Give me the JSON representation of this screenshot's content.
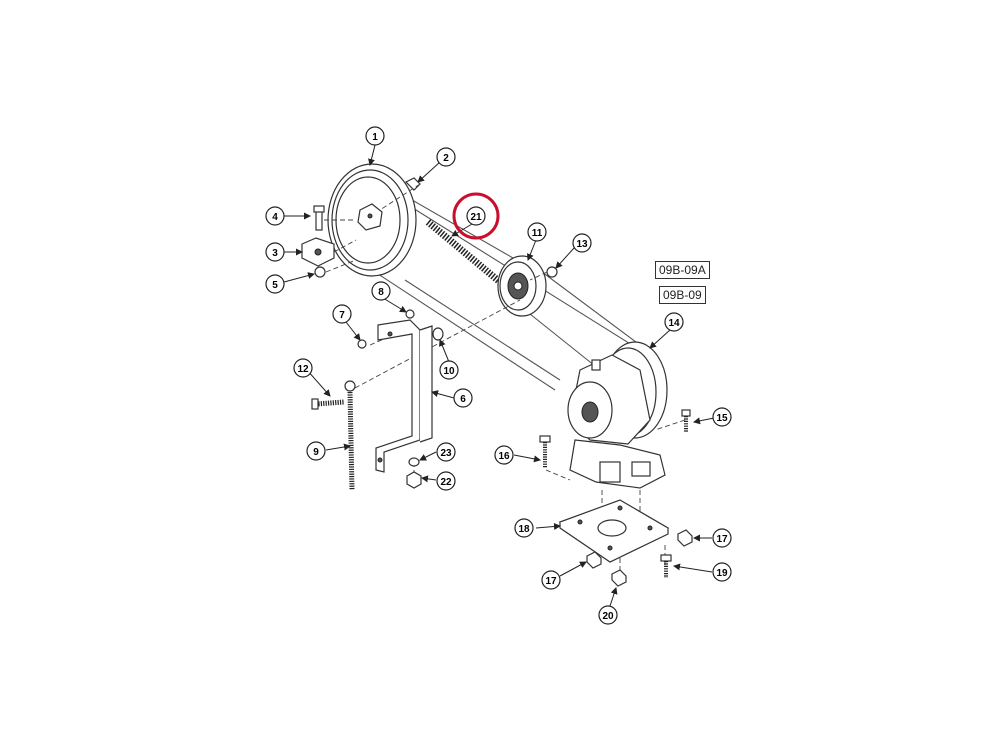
{
  "reference_codes": [
    "09B-09A",
    "09B-09"
  ],
  "callouts": {
    "c1": "1",
    "c2": "2",
    "c3": "3",
    "c4": "4",
    "c5": "5",
    "c6": "6",
    "c7": "7",
    "c8": "8",
    "c9": "9",
    "c10": "10",
    "c11": "11",
    "c12": "12",
    "c13": "13",
    "c14": "14",
    "c15": "15",
    "c16": "16",
    "c17a": "17",
    "c17b": "17",
    "c18": "18",
    "c19": "19",
    "c20": "20",
    "c21": "21",
    "c22": "22",
    "c23": "23"
  },
  "colors": {
    "line": "#333333",
    "highlight": "#c8102e"
  }
}
